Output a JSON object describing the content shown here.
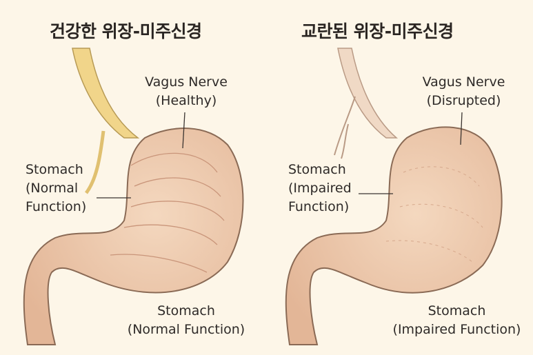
{
  "left_panel": {
    "title": "건강한 위장-미주신경",
    "nerve_label": [
      "Vagus Nerve",
      "(Healthy)"
    ],
    "side_label": [
      "Stomach",
      "(Normal",
      "Function)"
    ],
    "bottom_label": [
      "Stomach",
      "(Normal Function)"
    ]
  },
  "right_panel": {
    "title": "교란된 위장-미주신경",
    "nerve_label": [
      "Vagus Nerve",
      "(Disrupted)"
    ],
    "side_label": [
      "Stomach",
      "(Impaired",
      "Function)"
    ],
    "bottom_label": [
      "Stomach",
      "(Impaired Function)"
    ]
  },
  "colors": {
    "background": "#fdf6e8",
    "stomach": "#edc9aa",
    "outline": "#8a6a55",
    "healthy_nerve": "#f1d58a",
    "disrupted_nerve": "#f0d9c5"
  }
}
